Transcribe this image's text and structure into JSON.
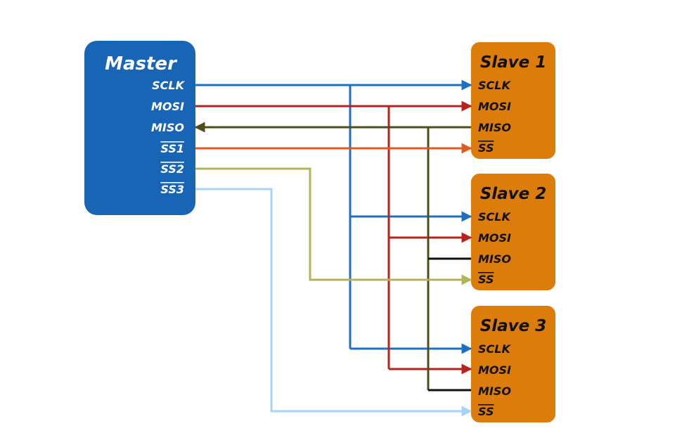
{
  "colors": {
    "background": "#ffffff",
    "master_box": "#1765b4",
    "slave_box": "#dc7d0b",
    "sclk_line": "#1f6fc0",
    "mosi_line": "#b8221c",
    "miso_line": "#4d4e19",
    "ss1_line": "#e05a20",
    "ss2_line": "#b5b35a",
    "ss3_line": "#a9d3f5",
    "slave_miso_stub": "#111111"
  },
  "master": {
    "title": "Master",
    "pins": {
      "sclk": "SCLK",
      "mosi": "MOSI",
      "miso": "MISO",
      "ss1": "SS1",
      "ss2": "SS2",
      "ss3": "SS3"
    }
  },
  "slaves": [
    {
      "title": "Slave 1",
      "pins": {
        "sclk": "SCLK",
        "mosi": "MOSI",
        "miso": "MISO",
        "ss": "SS"
      }
    },
    {
      "title": "Slave 2",
      "pins": {
        "sclk": "SCLK",
        "mosi": "MOSI",
        "miso": "MISO",
        "ss": "SS"
      }
    },
    {
      "title": "Slave 3",
      "pins": {
        "sclk": "SCLK",
        "mosi": "MOSI",
        "miso": "MISO",
        "ss": "SS"
      }
    }
  ]
}
